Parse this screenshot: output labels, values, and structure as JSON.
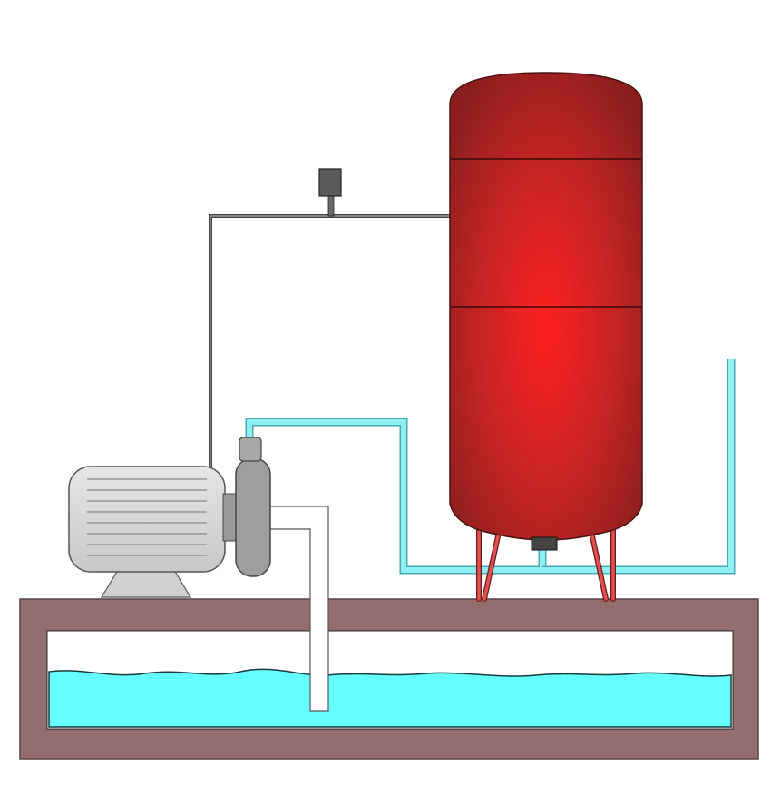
{
  "diagram": {
    "components": [
      {
        "id": "pressure-tank",
        "icon": "tank-icon"
      },
      {
        "id": "pressure-switch",
        "icon": "switch-icon"
      },
      {
        "id": "electric-motor",
        "icon": "motor-icon"
      },
      {
        "id": "pump-head",
        "icon": "pump-icon"
      },
      {
        "id": "suction-pipe",
        "icon": "pipe-icon"
      },
      {
        "id": "water-reservoir",
        "icon": "water-icon"
      }
    ],
    "colors": {
      "tank_center": "#ff2020",
      "tank_edge": "#8a1e1e",
      "tank_legs": "#d24040",
      "water": "#66ffff",
      "pipe_water": "#7fe6ea",
      "wire": "#555555",
      "motor": "#d4d4d4",
      "pump": "#9a9a9a",
      "reservoir_frame": "#946e6e",
      "suction_pipe": "#ffffff"
    }
  }
}
